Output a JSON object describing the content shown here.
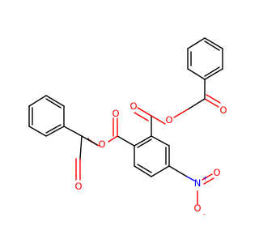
{
  "molecule": {
    "atoms": {
      "o_ester_left": "O",
      "o_carbonyl_left": "O",
      "o_ketone_left": "O",
      "o_ester_right": "O",
      "o_carbonyl_right": "O",
      "o_ketone_right": "O",
      "n_nitro": "N",
      "n_nitro_charge": "+",
      "o_nitro_top": "O",
      "o_nitro_bottom": "O",
      "o_nitro_charge": "-"
    }
  },
  "colors": {
    "carbon": "#000000",
    "oxygen": "#ff0000",
    "nitrogen": "#0000ff"
  }
}
